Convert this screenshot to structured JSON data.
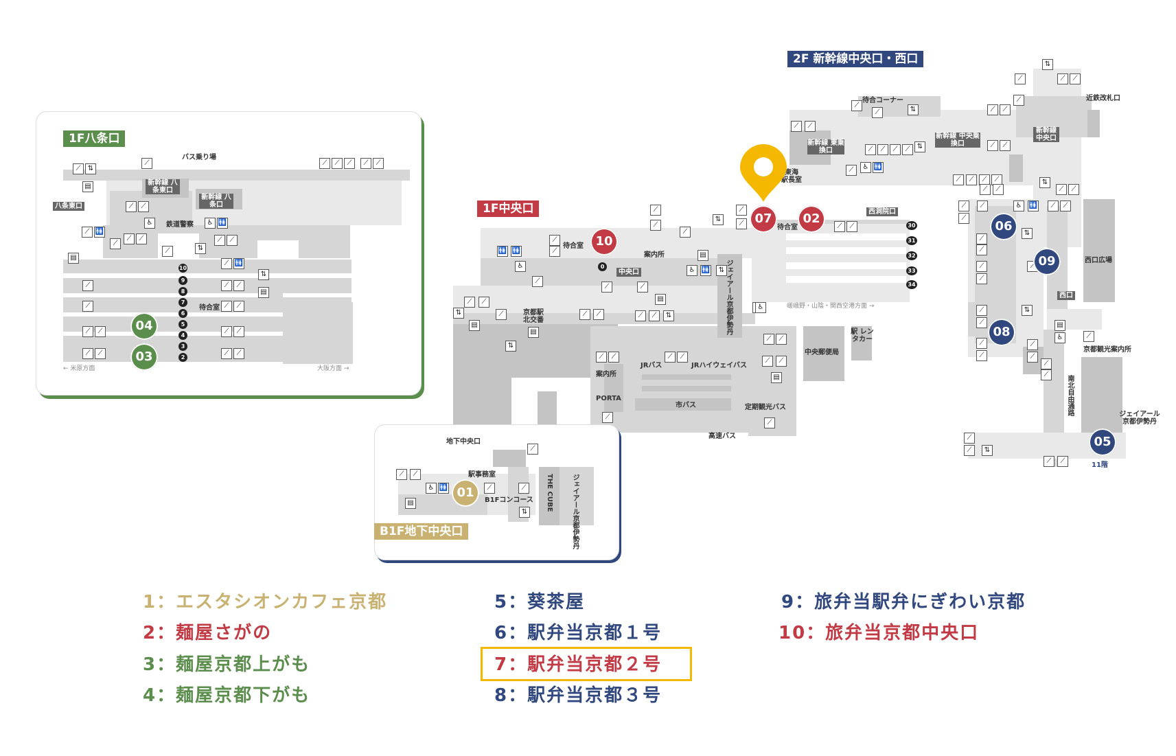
{
  "sections": {
    "f1_hachijo": "1F八条口",
    "f1_central": "1F中央口",
    "f2": "2F 新幹線中央口・西口",
    "b1": "B1F地下中央口"
  },
  "labels": {
    "bus_stop": "バス乗り場",
    "hachijo_east": "八条東口",
    "shinkansen_hachijo_east": "新幹線 八条東口",
    "shinkansen_hachijo": "新幹線 八条口",
    "rail_police": "鉄道警察",
    "waiting_room": "待合室",
    "maibara": "← 米原方面",
    "osaka": "大阪方面 →",
    "waiting_room_1f": "待合室",
    "info": "案内所",
    "central_exit": "中央口",
    "kyoto_koban": "京都駅 北交番",
    "isetan_vertical": "ジェイアール京都伊勢丹",
    "jr_bus": "JRバス",
    "jr_highway_bus": "JRハイウェイバス",
    "info_porta": "案内所",
    "porta": "PORTA",
    "city_bus": "市バス",
    "tour_bus": "定期観光バス",
    "express_bus": "高速バス",
    "central_post": "中央郵便局",
    "rental_car": "駅 レンタカー",
    "saga": "嵯峨野・山陰・関西空港方面 →",
    "nishinotoin": "西洞院口",
    "waiting_room_2": "待合室",
    "station_master": "東海 駅長室",
    "waiting_corner": "待合コーナー",
    "shinkansen_east_transfer": "新幹線 東乗換口",
    "shinkansen_central_transfer": "新幹線 中央乗換口",
    "shinkansen_central": "新幹線 中央口",
    "kintetsu": "近鉄改札口",
    "west_plaza": "西口広場",
    "west_exit": "西口",
    "tourist_info": "京都観光案内所",
    "north_south": "南北自由通路",
    "isetan": "ジェイアール 京都伊勢丹",
    "floor11": "11階",
    "underground_central": "地下中央口",
    "station_office": "駅事務室",
    "b1_concourse": "B1Fコンコース",
    "the_cube": "THE CUBE",
    "isetan_b1": "ジェイアール京都伊勢丹",
    "track0": "0"
  },
  "tracks_hachijo": [
    "10",
    "9",
    "8",
    "7",
    "6",
    "5",
    "4",
    "3",
    "2"
  ],
  "tracks_west": [
    "30",
    "31",
    "32",
    "33",
    "34"
  ],
  "pins": {
    "p01": "01",
    "p02": "02",
    "p03": "03",
    "p04": "04",
    "p05": "05",
    "p06": "06",
    "p07": "07",
    "p08": "08",
    "p09": "09",
    "p10": "10"
  },
  "legend": {
    "l1": "1：エスタシオンカフェ京都",
    "l2": "2：麺屋さがの",
    "l3": "3：麺屋京都上がも",
    "l4": "4：麺屋京都下がも",
    "l5": "5：葵茶屋",
    "l6": "6：駅弁当京都１号",
    "l7": "7：駅弁当京都２号",
    "l8": "8：駅弁当京都３号",
    "l9": "9：旅弁当駅弁にぎわい京都",
    "l10": "10：旅弁当京都中央口"
  },
  "colors": {
    "red": "#c13a44",
    "blue": "#31487f",
    "green": "#5b8e4c",
    "gold": "#c9b271",
    "highlight": "#f5b800",
    "location_pin": "#f5b800"
  },
  "highlighted_item": "7"
}
